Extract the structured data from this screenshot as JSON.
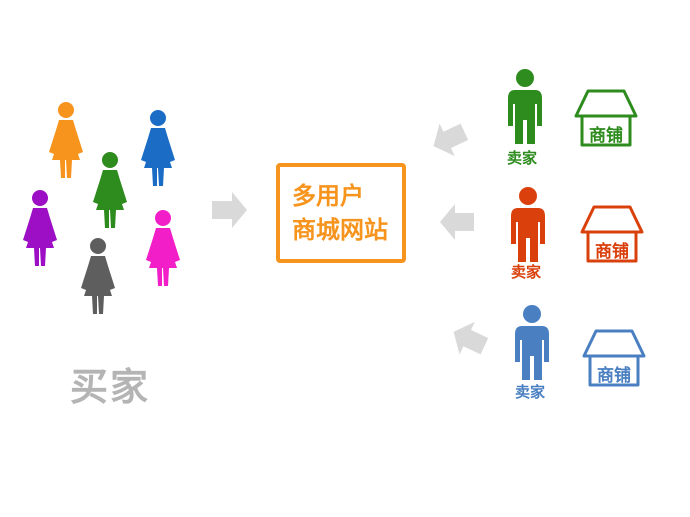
{
  "buyers": {
    "label": "买家",
    "figures": [
      {
        "color": "#f7941d",
        "type": "female"
      },
      {
        "color": "#1b6cc4",
        "type": "female"
      },
      {
        "color": "#2e8b1e",
        "type": "female"
      },
      {
        "color": "#9c0fc4",
        "type": "female"
      },
      {
        "color": "#f21ec8",
        "type": "female"
      },
      {
        "color": "#5e5e5e",
        "type": "female"
      }
    ]
  },
  "center": {
    "line1": "多用户",
    "line2": "商城网站"
  },
  "sellers": [
    {
      "label": "卖家",
      "shop_label": "商铺",
      "color": "#2e8b1e"
    },
    {
      "label": "卖家",
      "shop_label": "商铺",
      "color": "#d9400b"
    },
    {
      "label": "卖家",
      "shop_label": "商铺",
      "color": "#4a7fc1"
    }
  ],
  "arrow_color": "#d9d9d9"
}
